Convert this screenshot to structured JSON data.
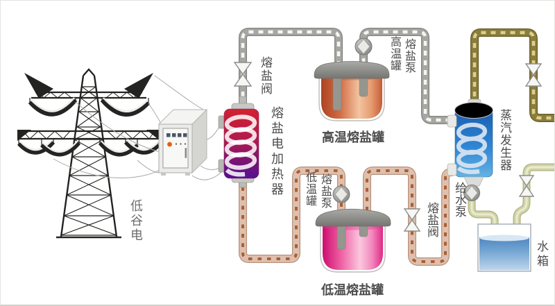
{
  "labels": {
    "offpeak_power": "低谷电",
    "top_molten_salt_valve": "熔盐阀",
    "electric_heater": "熔盐电加热器",
    "high_temp_tank": "高温熔盐罐",
    "high_temp_pump": {
      "line1": "高温罐",
      "line2": "熔盐泵"
    },
    "low_temp_pump": {
      "line1": "低温罐",
      "line2": "熔盐泵"
    },
    "low_temp_tank": "低温熔盐罐",
    "steam_generator": "蒸汽发生器",
    "feed_water_pump": "给水泵",
    "bottom_molten_salt_valve": "熔盐阀",
    "water_tank": "水箱"
  },
  "colors": {
    "label_ink": "#4c4c4c",
    "offpeak_ink": "#6e6e6e",
    "pipe_gray": "#a6a6a2",
    "pipe_gray_edge": "#82827e",
    "pipe_gray_dash": "#f5f5f3",
    "pipe_salt": "#dfc0ae",
    "pipe_salt_edge": "#b5937f",
    "pipe_salt_dash": "#a95f36",
    "pipe_steam": "#8a7d3d",
    "pipe_steam_edge": "#665c24",
    "pipe_steam_dash": "#ddd08c",
    "pipe_water": "#d0d3a6",
    "pipe_water_edge": "#adb07f",
    "pipe_water_dash": "#e9ebcf",
    "heater_top": "#d42030",
    "heater_bottom": "#551093",
    "hot_salt": "#cf6a42",
    "cold_salt": "#ee3e96",
    "steam_vessel_blue": "#2f85d4",
    "water_blue": "#78a8d4",
    "metal_gray": "#8a8a86"
  }
}
